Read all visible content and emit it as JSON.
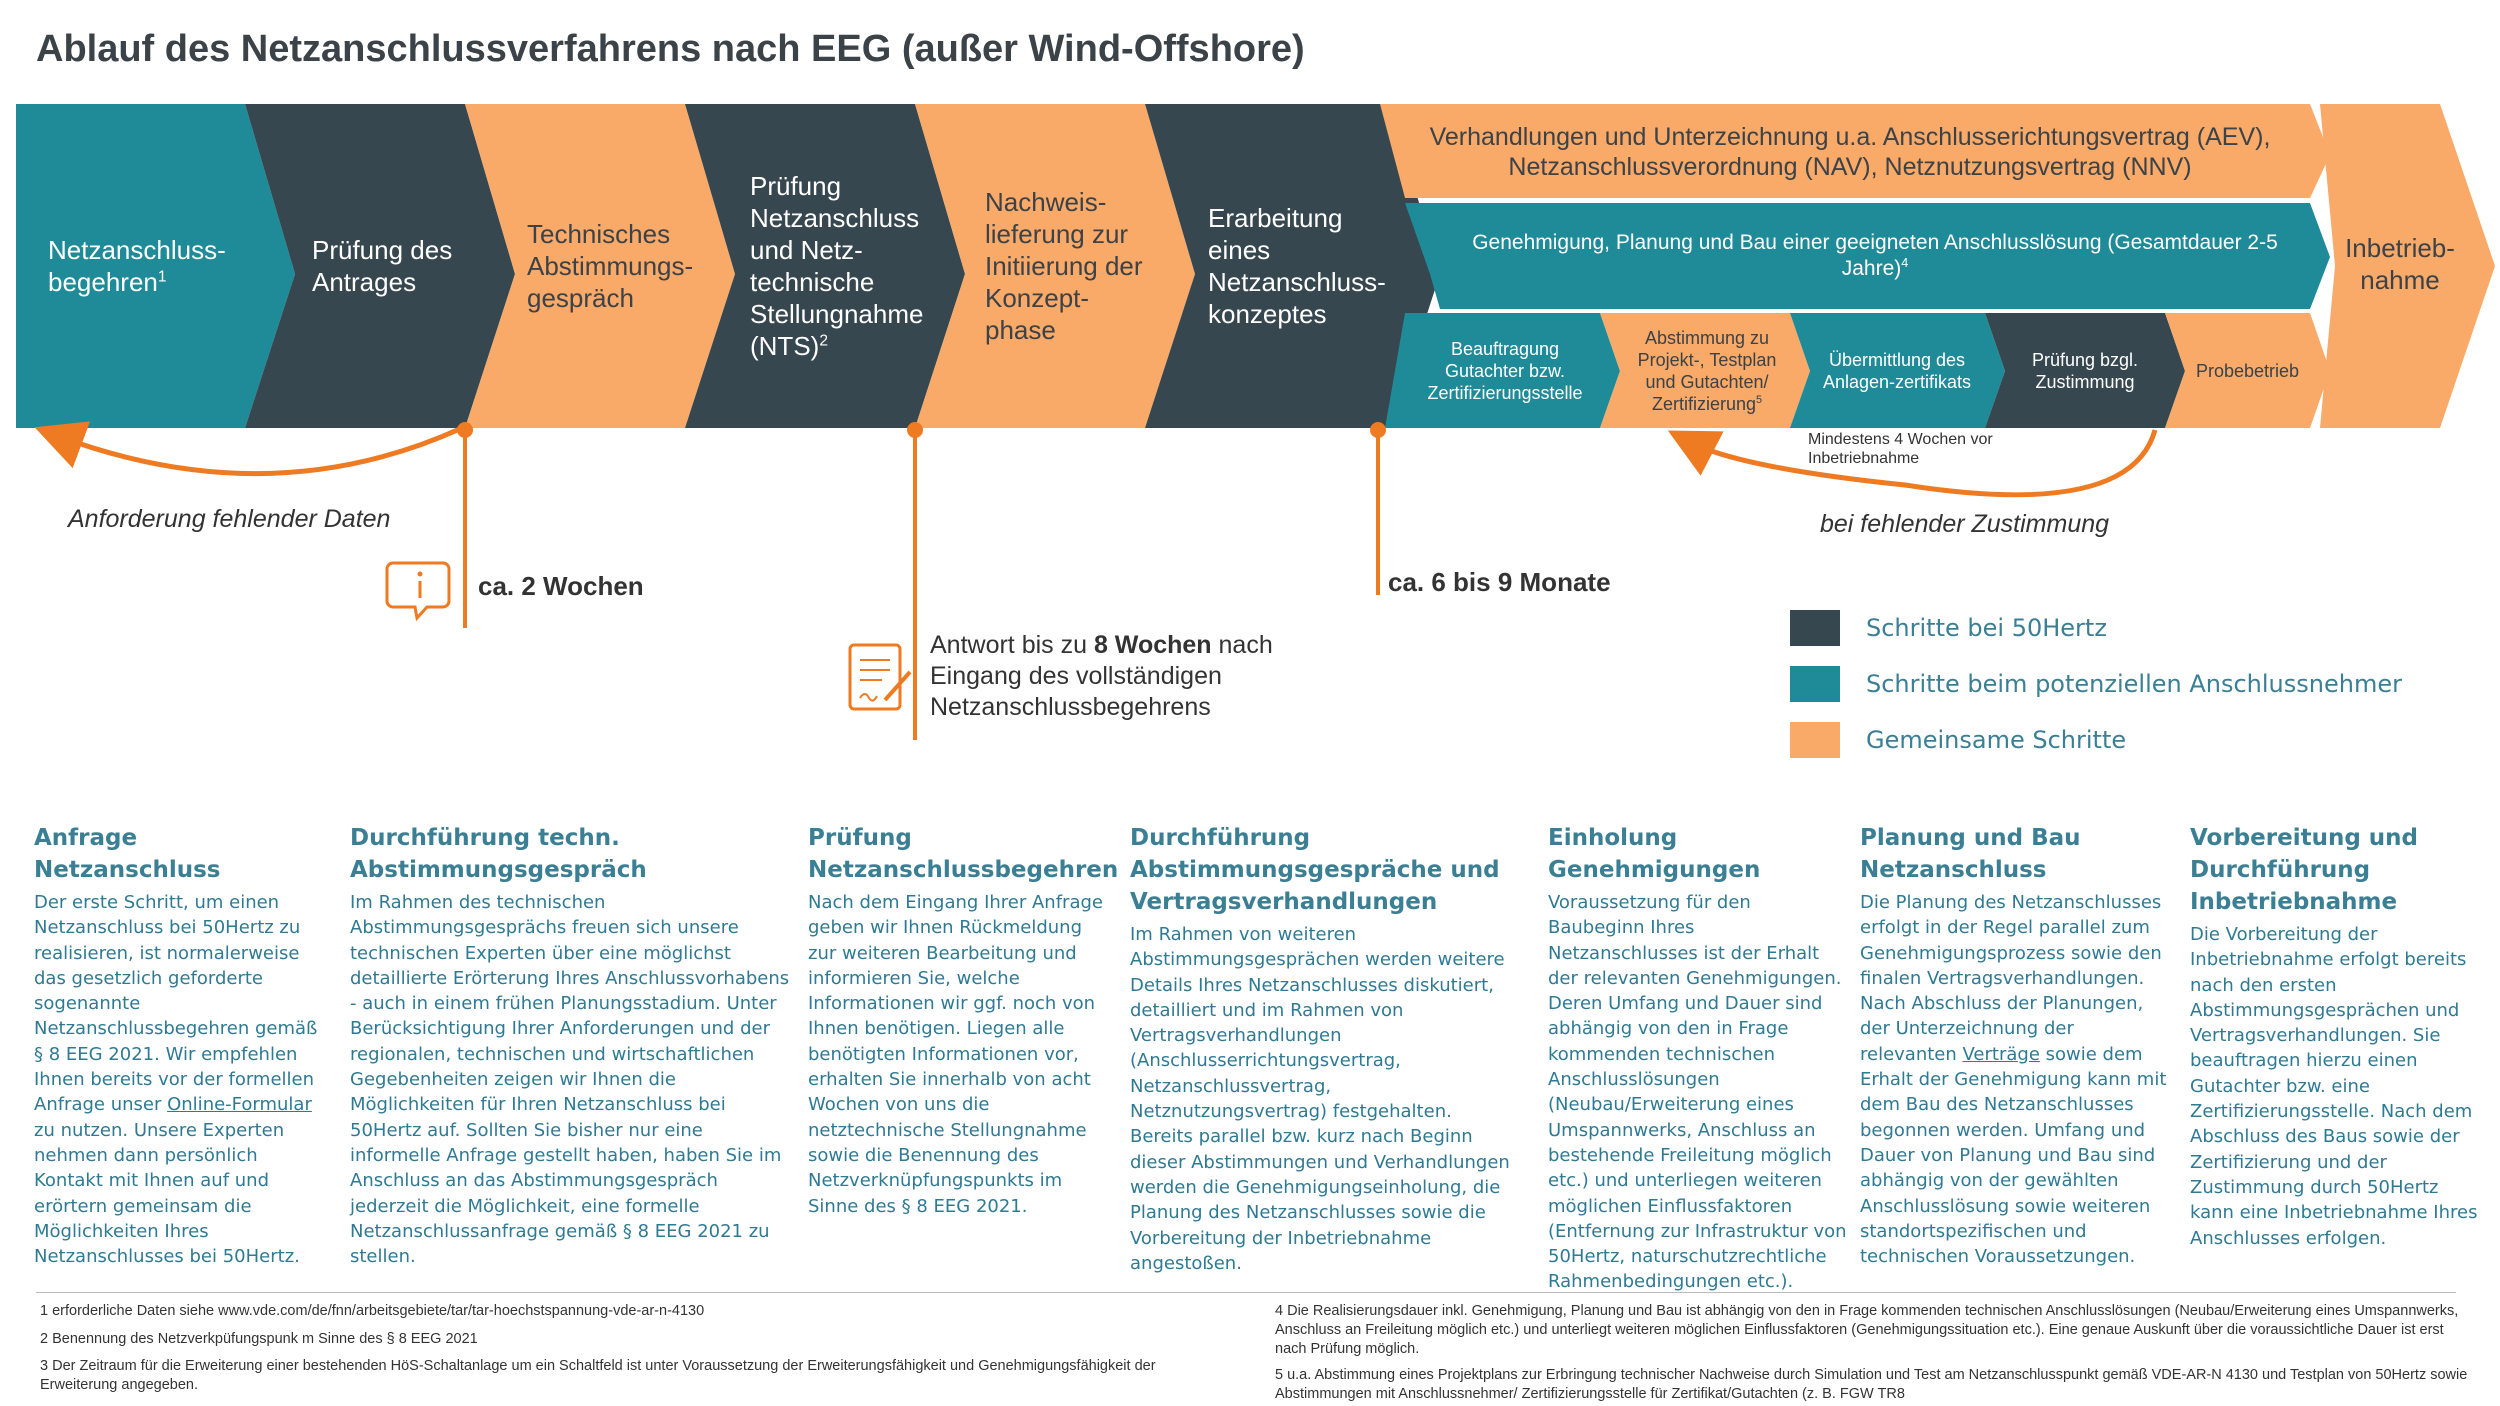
{
  "title": "Ablauf des Netzanschlussverfahrens nach EEG (außer Wind-Offshore)",
  "colors": {
    "dark": "#37474f",
    "teal": "#1f8a98",
    "orange": "#f9a968",
    "accent": "#ee7a22",
    "text_teal": "#3a7f94"
  },
  "steps": {
    "s1": "Netzanschluss-begehren",
    "s1_sup": "1",
    "s2": "Prüfung des Antrages",
    "s3": "Technisches Abstimmungs-gespräch",
    "s4": "Prüfung Netzanschluss und Netz-technische Stellungnahme (NTS)",
    "s4_sup": "2",
    "s5": "Nachweis-lieferung zur Initiierung der Konzept-phase",
    "s6": "Erarbeitung eines Netzanschluss-konzeptes",
    "top_bar": "Verhandlungen und Unterzeichnung u.a. Anschlusserichtungsvertrag (AEV), Netzanschlussverordnung (NAV), Netznutzungsvertrag (NNV)",
    "mid_bar": "Genehmigung, Planung und Bau einer geeigneten Anschlusslösung (Gesamtdauer 2-5 Jahre)",
    "mid_bar_sup": "4",
    "sub1": "Beauftragung Gutachter bzw. Zertifizierungsstelle",
    "sub2": "Abstimmung zu Projekt-, Testplan und Gutachten/ Zertifizierung",
    "sub2_sup": "5",
    "sub3": "Übermittlung des Anlagen-zertifikats",
    "sub4": "Prüfung bzgl. Zustimmung",
    "sub5": "Probebetrieb",
    "final": "Inbetrieb-nahme"
  },
  "notes": {
    "mindestens": "Mindestens 4 Wochen vor Inbetriebnahme",
    "anforderung": "Anforderung fehlender Daten",
    "fehlende_zustimmung": "bei fehlender Zustimmung",
    "ca2": "ca. 2 Wochen",
    "ca69": "ca. 6 bis 9 Monate",
    "antwort_a": "Antwort bis zu ",
    "antwort_b": "8 Wochen",
    "antwort_c": " nach Eingang des vollständigen Netzanschlussbegehrens"
  },
  "legend": [
    {
      "label": "Schritte bei 50Hertz",
      "color": "#37474f"
    },
    {
      "label": "Schritte beim potenziellen Anschlussnehmer",
      "color": "#1f8a98"
    },
    {
      "label": "Gemeinsame Schritte",
      "color": "#f9a968"
    }
  ],
  "columns": {
    "c1": {
      "title": "Anfrage Netzanschluss",
      "body_a": "Der erste Schritt, um einen Netzanschluss bei 50Hertz zu realisieren, ist normalerweise das gesetzlich geforderte sogenannte Netzanschlussbegehren gemäß § 8 EEG 2021. Wir empfehlen Ihnen bereits vor der formellen Anfrage unser ",
      "link": "Online-Formular",
      "body_b": " zu nutzen. Unsere Experten nehmen dann persönlich Kontakt mit Ihnen auf und erörtern gemeinsam die Möglichkeiten Ihres Netzanschlusses bei 50Hertz."
    },
    "c2": {
      "title": "Durchführung techn. Abstimmungsgespräch",
      "body": "Im Rahmen des technischen Abstimmungsgesprächs freuen sich unsere technischen Experten über eine möglichst detaillierte Erörterung Ihres Anschlussvorhabens - auch in einem frühen Planungsstadium. Unter Berücksichtigung Ihrer Anforderungen und der regionalen, technischen und wirtschaftlichen Gegebenheiten zeigen wir Ihnen die Möglichkeiten für Ihren Netzanschluss bei 50Hertz auf. Sollten Sie bisher nur eine informelle Anfrage gestellt haben, haben Sie im Anschluss an das Abstimmungsgespräch jederzeit die Möglichkeit, eine formelle Netzanschlussanfrage gemäß § 8 EEG 2021 zu stellen."
    },
    "c3": {
      "title": "Prüfung Netzanschlussbegehren",
      "body": "Nach dem Eingang Ihrer Anfrage geben wir Ihnen Rückmeldung zur weiteren Bearbeitung und informieren Sie, welche Informationen wir ggf. noch von Ihnen benötigen. Liegen alle benötigten Informationen vor, erhalten Sie innerhalb von acht Wochen von uns die netztechnische Stellungnahme sowie die Benennung des Netzverknüpfungspunkts im Sinne des § 8 EEG 2021."
    },
    "c4": {
      "title": "Durchführung Abstimmungsgespräche und Vertragsverhandlungen",
      "body": "Im Rahmen von weiteren Abstimmungsgesprächen werden weitere Details Ihres Netzanschlusses diskutiert, detailliert und im Rahmen von Vertragsverhandlungen (Anschlusserrichtungsvertrag, Netzanschlussvertrag, Netznutzungsvertrag) festgehalten. Bereits parallel bzw. kurz nach Beginn dieser Abstimmungen und Verhandlungen werden die Genehmigungseinholung, die Planung des Netzanschlusses sowie die Vorbereitung der Inbetriebnahme angestoßen."
    },
    "c5": {
      "title": "Einholung Genehmigungen",
      "body": "Voraussetzung für den Baubeginn Ihres Netzanschlusses ist der Erhalt der relevanten Genehmigungen. Deren Umfang und Dauer sind abhängig von den in Frage kommenden technischen Anschlusslösungen (Neubau/Erweiterung eines Umspannwerks, Anschluss an bestehende Freileitung möglich etc.) und unterliegen weiteren möglichen Einflussfaktoren (Entfernung zur Infrastruktur von 50Hertz, naturschutzrechtliche Rahmenbedingungen etc.)."
    },
    "c6": {
      "title": "Planung und Bau Netzanschluss",
      "body_a": "Die Planung des Netzanschlusses erfolgt in der Regel parallel zum Genehmigungsprozess sowie den finalen Vertragsverhandlungen. Nach Abschluss der Planungen, der Unterzeichnung der relevanten ",
      "link": "Verträge",
      "body_b": " sowie dem Erhalt der Genehmigung kann mit dem Bau des Netzanschlusses begonnen werden. Umfang und Dauer von Planung und Bau sind abhängig von der gewählten Anschlusslösung sowie weiteren standortspezifischen und technischen Voraussetzungen."
    },
    "c7": {
      "title": "Vorbereitung und Durchführung Inbetriebnahme",
      "body": "Die Vorbereitung der Inbetriebnahme erfolgt bereits nach den ersten Abstimmungsgesprächen und Vertragsverhandlungen. Sie beauftragen hierzu einen Gutachter bzw. eine Zertifizierungsstelle. Nach dem Abschluss des Baus sowie der Zertifizierung und der Zustimmung durch 50Hertz kann eine Inbetriebnahme Ihres Anschlusses erfolgen."
    }
  },
  "footnotes": {
    "f1": "1 erforderliche Daten siehe www.vde.com/de/fnn/arbeitsgebiete/tar/tar-hoechstspannung-vde-ar-n-4130",
    "f2": "2 Benennung des Netzverkpüfungspunk m Sinne des § 8 EEG 2021",
    "f3": "3 Der Zeitraum für die Erweiterung einer bestehenden HöS-Schaltanlage um ein Schaltfeld ist unter Voraussetzung der Erweiterungsfähigkeit und Genehmigungsfähigkeit der Erweiterung angegeben.",
    "f4": "4 Die Realisierungsdauer inkl. Genehmigung, Planung und Bau ist abhängig von den in Frage kommenden technischen Anschlusslösungen (Neubau/Erweiterung eines Umspannwerks, Anschluss an Freileitung möglich etc.) und unterliegt weiteren möglichen Einflussfaktoren (Genehmigungssituation etc.). Eine genaue Auskunft über die voraussichtliche Dauer ist erst nach Prüfung möglich.",
    "f5": "5 u.a. Abstimmung eines Projektplans zur Erbringung technischer Nachweise durch Simulation und Test am Netzanschlusspunkt gemäß VDE-AR-N 4130 und Testplan von 50Hertz sowie Abstimmungen mit Anschlussnehmer/ Zertifizierungsstelle für Zertifikat/Gutachten (z. B. FGW TR8"
  }
}
